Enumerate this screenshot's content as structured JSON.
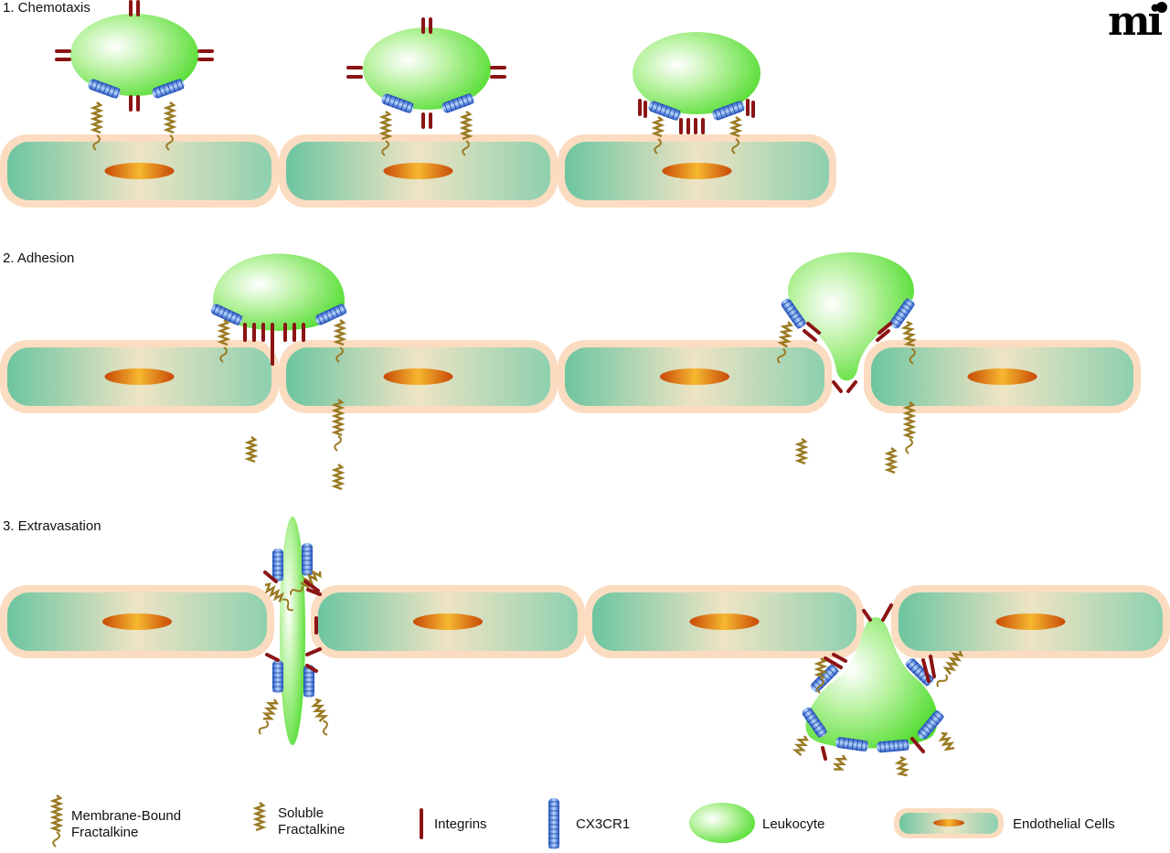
{
  "sections": [
    {
      "title": "1. Chemotaxis"
    },
    {
      "title": "2. Adhesion"
    },
    {
      "title": "3. Extravasation"
    }
  ],
  "logo": "mi",
  "legend": {
    "membrane_bound": [
      "Membrane-Bound",
      "Fractalkine"
    ],
    "soluble": [
      "Soluble",
      "Fractalkine"
    ],
    "integrins": "Integrins",
    "cx3cr1": "CX3CR1",
    "leukocyte": "Leukocyte",
    "endothelial": "Endothelial Cells"
  },
  "colors": {
    "leukocyte": "#5fe03c",
    "endothelial": "#7ccaa5",
    "membrane": "#fbdcc0",
    "nucleus": "#e07a10",
    "integrin": "#8b1414",
    "cx3cr1": "#3a78e0",
    "fractalkine": "#9a7a22"
  }
}
